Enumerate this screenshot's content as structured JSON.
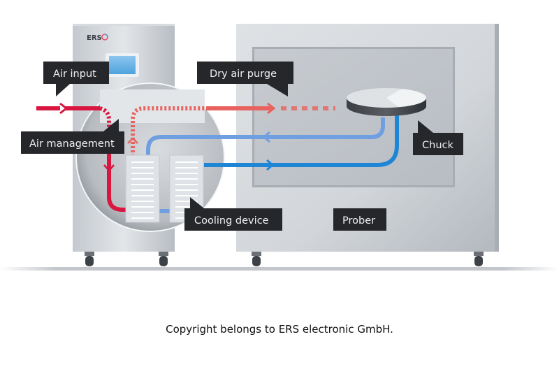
{
  "diagram": {
    "brand_logo": "ERS",
    "labels": {
      "air_input": "Air input",
      "dry_air_purge": "Dry air purge",
      "air_management": "Air management",
      "chuck": "Chuck",
      "cooling_device": "Cooling device",
      "prober": "Prober"
    },
    "colors": {
      "hot_air": "#d8163f",
      "purge_air": "#e8635f",
      "cool_air_light": "#6f9fe0",
      "cool_air_dark": "#1f86d6",
      "label_bg": "#25272a",
      "housing": "#c9ced4"
    }
  },
  "footer": {
    "copyright": "Copyright belongs to ERS electronic GmbH."
  }
}
